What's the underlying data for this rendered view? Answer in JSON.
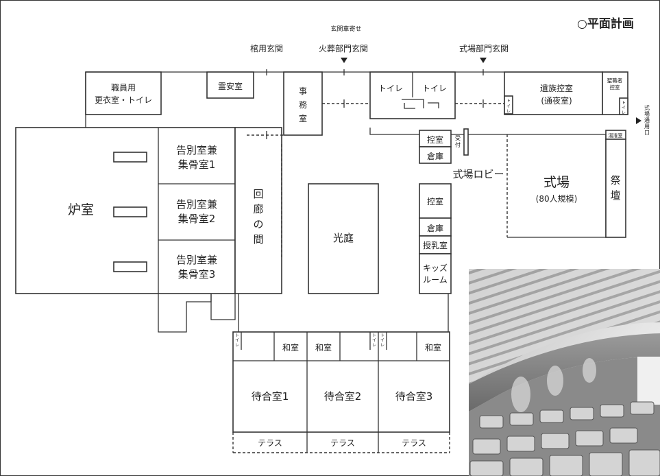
{
  "title": "○平面計画",
  "entrances": {
    "coffin": "棺用玄関",
    "car_approach": "玄関車寄せ",
    "cremation": "火葬部門玄関",
    "ceremony": "式場部門玄関",
    "ceremony_service": [
      "式",
      "場",
      "通",
      "用",
      "口"
    ]
  },
  "rooms": {
    "staff": [
      "職員用",
      "更衣室・トイレ"
    ],
    "reian": "霊安室",
    "office": [
      "事",
      "務",
      "室"
    ],
    "toilet": "トイレ",
    "toilet_small": [
      "ト",
      "イ",
      "レ"
    ],
    "family": [
      "遺族控室",
      "(通夜室)"
    ],
    "clergy": [
      "聖職者",
      "控室"
    ],
    "yuyu": "湯潅室",
    "furnace": "炉室",
    "farewell1": [
      "告別室兼",
      "集骨室1"
    ],
    "farewell2": [
      "告別室兼",
      "集骨室2"
    ],
    "farewell3": [
      "告別室兼",
      "集骨室3"
    ],
    "corridor": [
      "回",
      "廊",
      "の",
      "間"
    ],
    "courtyard": "光庭",
    "hikae": "控室",
    "storage": "倉庫",
    "reception": [
      "受",
      "付"
    ],
    "lobby": "式場ロビー",
    "hall": [
      "式場",
      "(80人規模)"
    ],
    "altar": [
      "祭",
      "壇"
    ],
    "nursing": "授乳室",
    "kids": [
      "キッズ",
      "ルーム"
    ],
    "washitsu": "和室",
    "waiting1": "待合室1",
    "waiting2": "待合室2",
    "waiting3": "待合室3",
    "terrace": "テラス"
  },
  "photo": {
    "subject": "ceremony-hall-interior-photo"
  }
}
